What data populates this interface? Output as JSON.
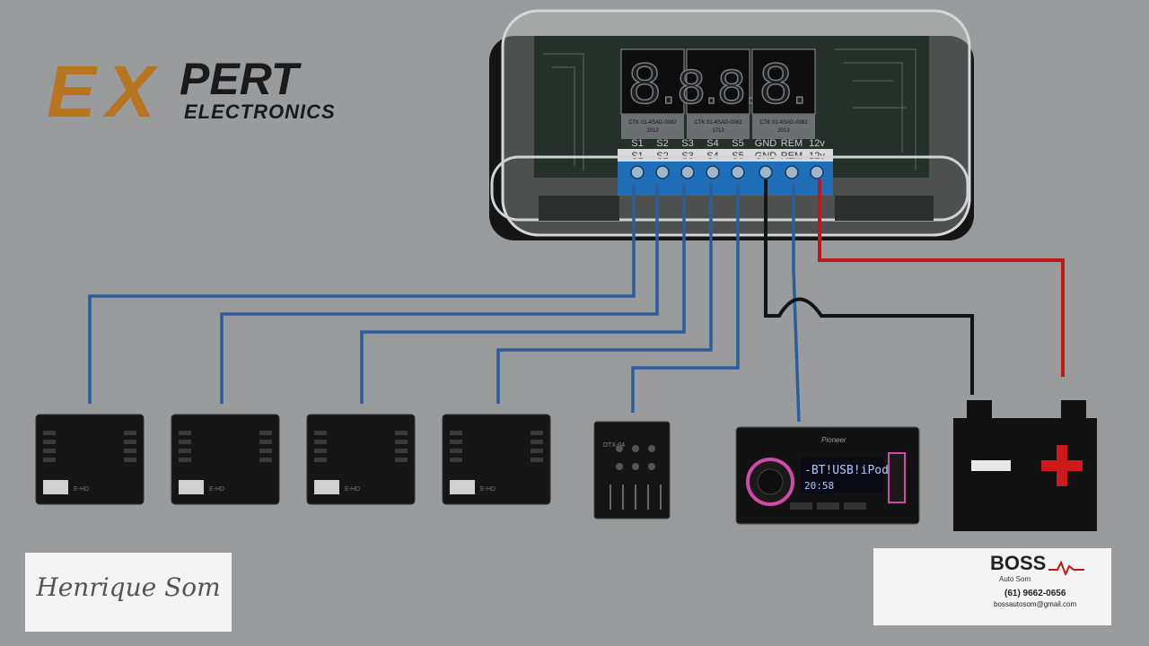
{
  "logo": {
    "mark_left": "E",
    "mark_right": "X",
    "word": "PERT",
    "subtitle": "ELECTRONICS",
    "brand_color": "#b8741f"
  },
  "module": {
    "digits": [
      "8.",
      "8.8.",
      "8."
    ],
    "chip_labels": [
      [
        "CTK 01-4SAD-0082",
        "2013"
      ],
      [
        "CTK 01-4SAD-0082",
        "1713"
      ],
      [
        "CTK 01-4SAD-0082",
        "2013"
      ]
    ],
    "terminals": [
      "S1",
      "S2",
      "S3",
      "S4",
      "S5",
      "GND",
      "REM",
      "12v"
    ]
  },
  "devices": {
    "amp_label": "E-HD",
    "crossover_label": "DTX-04",
    "radio_brand": "Pioneer",
    "radio_display_top": "-BT!USB!iPod-",
    "radio_display_bottom": "20:58"
  },
  "battery": {
    "minus": "−",
    "plus": "+"
  },
  "wires": {
    "signal_color": "#2d5d9a",
    "ground_color": "#141414",
    "positive_color": "#c01818"
  },
  "watermark": {
    "text": "Henrique Som"
  },
  "sponsor": {
    "brand": "BOSS",
    "sub": "Auto Som",
    "phone": "(61) 9662-0656",
    "email": "bossautosom@gmail.com"
  }
}
